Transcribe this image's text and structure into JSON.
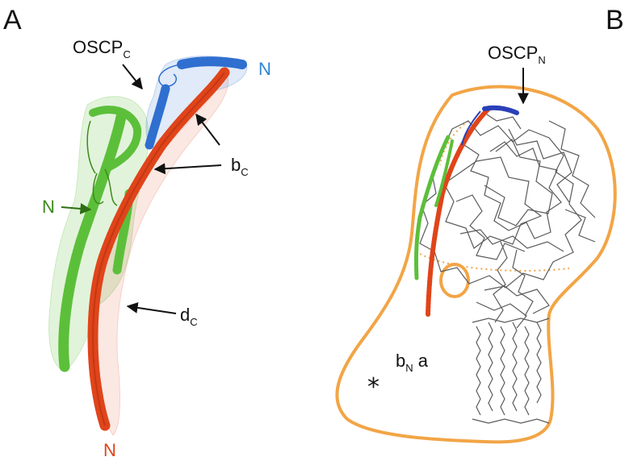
{
  "panels": {
    "a": {
      "letter": "A",
      "labels": {
        "oscp_main": "OSCP",
        "oscp_sub": "C",
        "n_blue": "N",
        "b_main": "b",
        "b_sub": "C",
        "n_green": "N",
        "d_main": "d",
        "d_sub": "C",
        "n_red": "N"
      }
    },
    "b": {
      "letter": "B",
      "labels": {
        "oscp_main": "OSCP",
        "oscp_sub": "N",
        "bn_main": "b",
        "bn_sub": "N",
        "a_label": " a",
        "star": "*"
      }
    }
  },
  "colors": {
    "oscp_helix": "#2f6fd0",
    "b_helix": "#e0441a",
    "d_helix": "#5cbf3a",
    "envelope": "#f2a546",
    "backbone": "#5a5a5a"
  }
}
